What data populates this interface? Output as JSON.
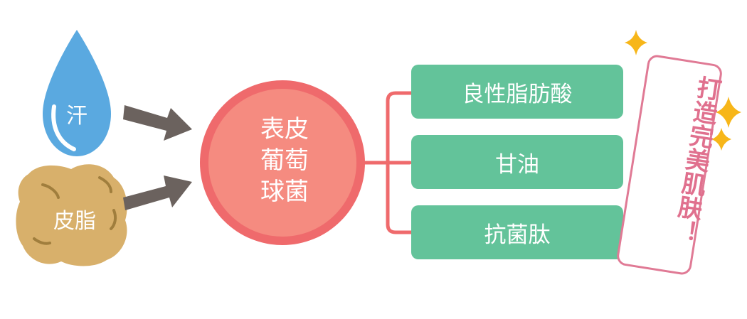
{
  "inputs": {
    "sweat_label": "汗",
    "sebum_label": "皮脂"
  },
  "center": {
    "lines": [
      "表皮",
      "葡萄",
      "球菌"
    ]
  },
  "outputs": [
    {
      "label": "良性脂肪酸"
    },
    {
      "label": "甘油"
    },
    {
      "label": "抗菌肽"
    }
  ],
  "tagline": "打造完美肌肤！",
  "colors": {
    "sweat_drop": "#5aa9e0",
    "sebum_blob": "#d8b06b",
    "arrow": "#6b625e",
    "circle_outer": "#ef6a6c",
    "circle_inner": "#f58b80",
    "connector": "#ef6a6c",
    "green_box": "#63c39a",
    "tagline_border": "#e07a95",
    "sparkle": "#f7b619"
  }
}
